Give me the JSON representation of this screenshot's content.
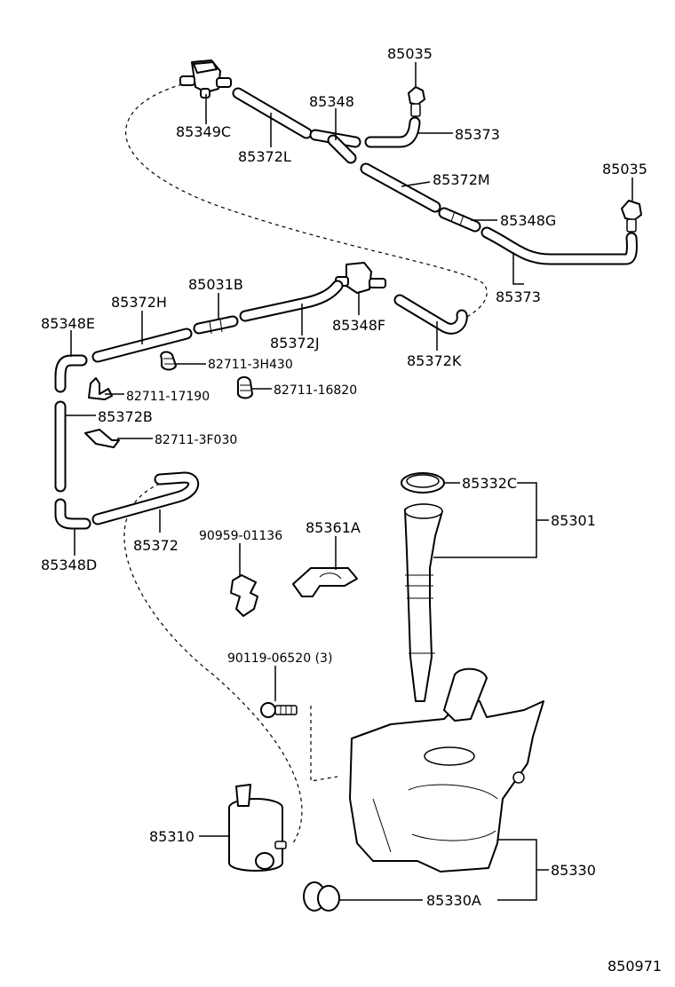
{
  "diagram_id": "850971",
  "labels": {
    "p85035_top": "85035",
    "p85348_top": "85348",
    "p85349C": "85349C",
    "p85372L": "85372L",
    "p85373_top": "85373",
    "p85372M": "85372M",
    "p85035_right": "85035",
    "p85348G": "85348G",
    "p85373_mid": "85373",
    "p85031B": "85031B",
    "p85372H": "85372H",
    "p85348E": "85348E",
    "p85348F": "85348F",
    "p85372J": "85372J",
    "p85372K": "85372K",
    "p82711_3H430": "82711-3H430",
    "p82711_17190": "82711-17190",
    "p82711_16820": "82711-16820",
    "p85372B": "85372B",
    "p82711_3F030": "82711-3F030",
    "p85332C": "85332C",
    "p85301": "85301",
    "p90959_01136": "90959-01136",
    "p85361A": "85361A",
    "p85372": "85372",
    "p85348D": "85348D",
    "p90119_06520": "90119-06520 (3)",
    "p85310": "85310",
    "p85330": "85330",
    "p85330A": "85330A"
  }
}
